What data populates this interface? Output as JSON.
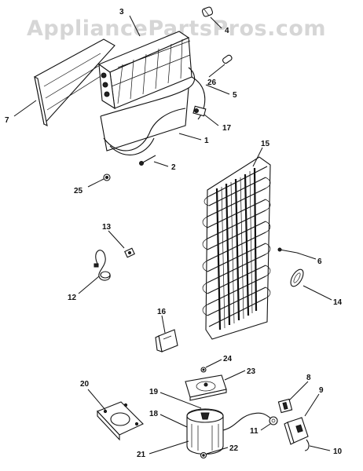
{
  "watermark": "AppliancePartsPros.com",
  "callouts": [
    {
      "id": "c3",
      "text": "3"
    },
    {
      "id": "c4",
      "text": "4"
    },
    {
      "id": "c7",
      "text": "7"
    },
    {
      "id": "c26",
      "text": "26"
    },
    {
      "id": "c5",
      "text": "5"
    },
    {
      "id": "c17",
      "text": "17"
    },
    {
      "id": "c1",
      "text": "1"
    },
    {
      "id": "c15",
      "text": "15"
    },
    {
      "id": "c2",
      "text": "2"
    },
    {
      "id": "c25",
      "text": "25"
    },
    {
      "id": "c13",
      "text": "13"
    },
    {
      "id": "c12",
      "text": "12"
    },
    {
      "id": "c6",
      "text": "6"
    },
    {
      "id": "c14",
      "text": "14"
    },
    {
      "id": "c16",
      "text": "16"
    },
    {
      "id": "c24",
      "text": "24"
    },
    {
      "id": "c23",
      "text": "23"
    },
    {
      "id": "c20",
      "text": "20"
    },
    {
      "id": "c8",
      "text": "8"
    },
    {
      "id": "c9",
      "text": "9"
    },
    {
      "id": "c19",
      "text": "19"
    },
    {
      "id": "c18",
      "text": "18"
    },
    {
      "id": "c11",
      "text": "11"
    },
    {
      "id": "c10",
      "text": "10"
    },
    {
      "id": "c21",
      "text": "21"
    },
    {
      "id": "c22",
      "text": "22"
    }
  ]
}
